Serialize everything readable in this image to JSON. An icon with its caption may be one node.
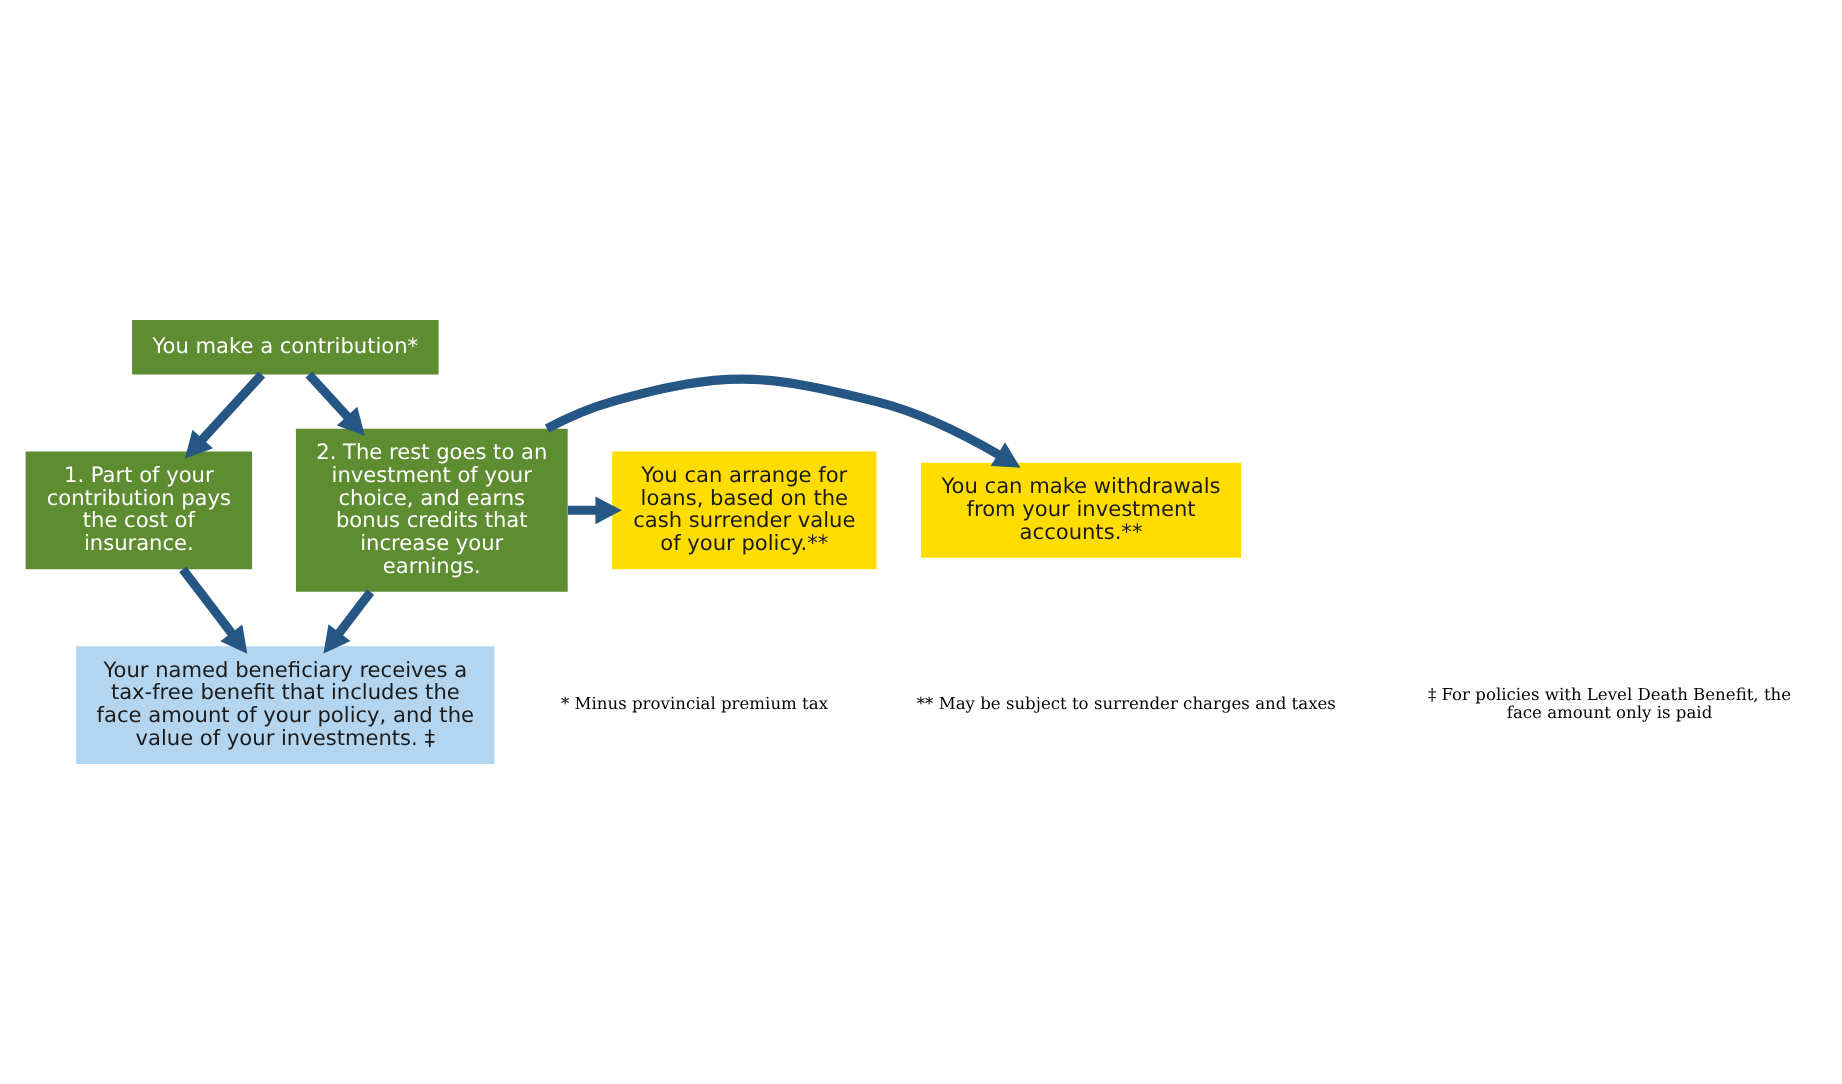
{
  "diagram": {
    "nodes": [
      {
        "text": [
          "You make a contribution*"
        ]
      },
      {
        "text": [
          "1. Part of your contribution pays the cost of insurance."
        ]
      },
      {
        "text": [
          "2. The rest goes to an investment of your choice, and earns bonus credits that increase your earnings."
        ]
      },
      {
        "text": [
          "You can make withdrawals from your investment accounts.**"
        ]
      },
      {
        "text": [
          "You can arrange for loans, based on the cash surrender value of your policy.**"
        ]
      },
      {
        "text": [
          "Your named beneficiary receives a tax-free benefit that includes the face amount of your policy, and the value of your investments. ‡"
        ]
      }
    ],
    "edges": [
      {
        "from": 0,
        "to": 1,
        "arrow": "to"
      },
      {
        "from": 0,
        "to": 2,
        "arrow": "to"
      },
      {
        "from": 2,
        "to": 3,
        "arrow": "to"
      },
      {
        "from": 2,
        "to": 4,
        "arrow": "to"
      },
      {
        "from": 1,
        "to": 5,
        "arrow": "to"
      },
      {
        "from": 2,
        "to": 5,
        "arrow": "to"
      }
    ],
    "labels": [
      "* Minus provincial premium tax",
      "** May be subject to surrender charges and taxes",
      "‡ For policies with Level Death Benefit, the face amount only is paid"
    ]
  }
}
